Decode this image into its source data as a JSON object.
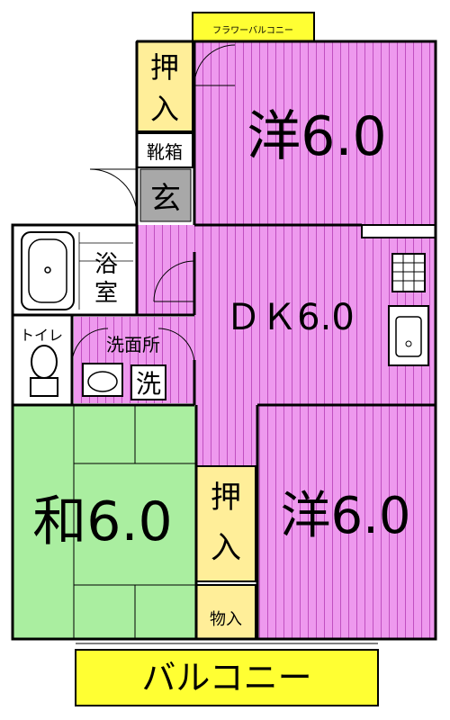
{
  "labels": {
    "flower_balcony": "フラワーバルコニー",
    "closet_top": [
      "押",
      "入"
    ],
    "shoe_box": "靴箱",
    "entrance": "玄",
    "western_top": "洋6.0",
    "bath": [
      "浴",
      "室"
    ],
    "dk": "ＤＫ6.0",
    "toilet": "トイレ",
    "washroom": "洗面所",
    "washer": "洗",
    "japanese": "和6.0",
    "closet_mid": [
      "押",
      "入"
    ],
    "western_right": "洋6.0",
    "storage": "物入",
    "balcony": "バルコニー"
  },
  "colors": {
    "western": "#ee99ee",
    "western_stripe": "#c050c0",
    "japanese": "#aaeea0",
    "closet": "#ffee99",
    "balcony": "#ffff33",
    "entrance": "#a8a8a8",
    "white": "#ffffff",
    "wall": "#000000"
  }
}
